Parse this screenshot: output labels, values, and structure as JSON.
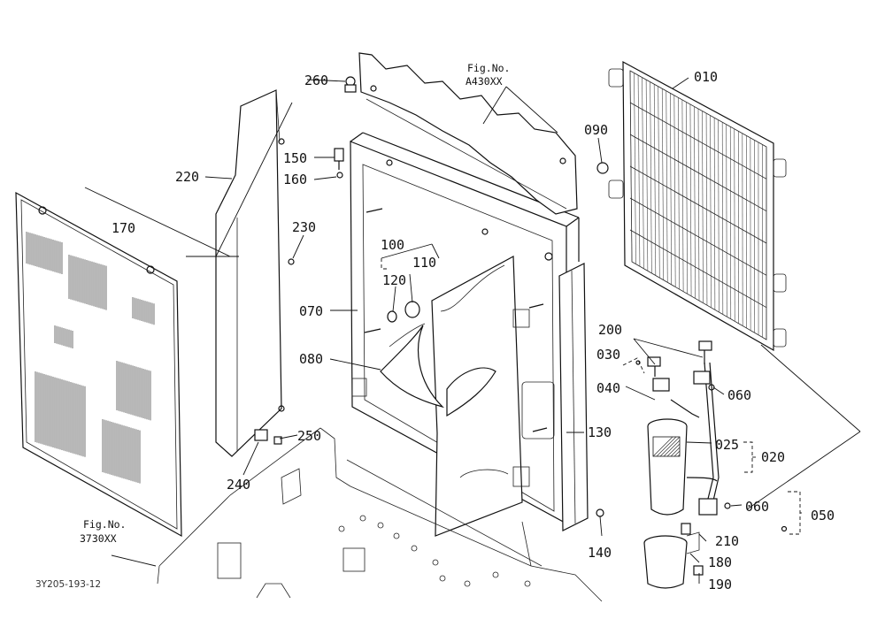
{
  "figure_refs": [
    {
      "line1": "Fig.No.",
      "line2": "A430XX"
    },
    {
      "line1": "Fig.No.",
      "line2": "3730XX"
    }
  ],
  "drawing_code": "3Y205-193-12",
  "part_labels": {
    "p010": "010",
    "p020": "020",
    "p025": "025",
    "p030": "030",
    "p040": "040",
    "p050": "050",
    "p060a": "060",
    "p060b": "060",
    "p070": "070",
    "p080": "080",
    "p090": "090",
    "p100": "100",
    "p110": "110",
    "p120": "120",
    "p130": "130",
    "p140": "140",
    "p150": "150",
    "p160": "160",
    "p170": "170",
    "p180": "180",
    "p190": "190",
    "p200": "200",
    "p210": "210",
    "p220": "220",
    "p230": "230",
    "p240": "240",
    "p250": "250",
    "p260": "260"
  }
}
